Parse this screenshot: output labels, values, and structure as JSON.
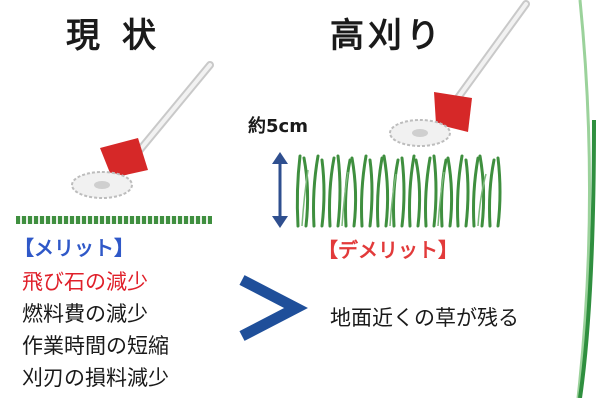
{
  "headings": {
    "current": "現状",
    "high_cut": "高刈り"
  },
  "height_label": "約5cm",
  "merit": {
    "title": "【メリット】",
    "items": [
      "飛び石の減少",
      "燃料費の減少",
      "作業時間の短縮",
      "刈刃の損料減少"
    ]
  },
  "demerit": {
    "title": "【デメリット】",
    "items": [
      "地面近くの草が残る"
    ]
  },
  "colors": {
    "merit_title": "#2f58c8",
    "highlight": "#e0202a",
    "demerit_title": "#e23a3a",
    "comparison_arrow": "#1f4f9a",
    "grass": "#3f8f3f",
    "guard": "#d62828"
  },
  "icons": [
    "trimmer-icon",
    "trimmer-icon",
    "grass-icon",
    "double-arrow-icon",
    "greater-than-icon"
  ]
}
